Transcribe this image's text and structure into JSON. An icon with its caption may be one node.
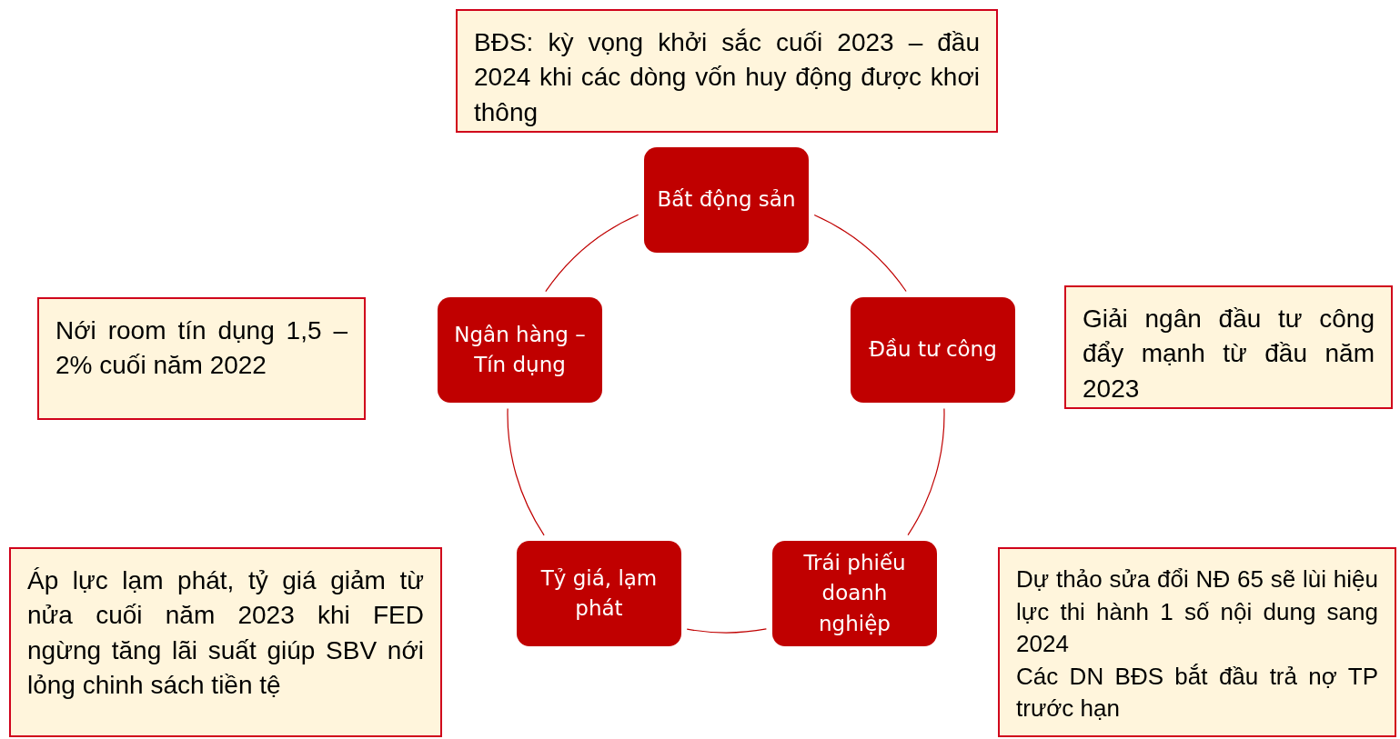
{
  "diagram": {
    "nodes": [
      {
        "text": [
          "BĐS: kỳ vọng khởi sắc cuối 2023 – đầu 2024 khi các dòng vốn huy động được khơi thông"
        ]
      },
      {
        "text": [
          "Bất động sản"
        ]
      },
      {
        "text": [
          "Nới room tín dụng 1,5 – 2% cuối năm 2022"
        ]
      },
      {
        "text": [
          "Ngân hàng – Tín dụng"
        ]
      },
      {
        "text": [
          "Đầu tư công"
        ]
      },
      {
        "text": [
          "Giải ngân đầu tư công đẩy mạnh từ đầu năm 2023"
        ]
      },
      {
        "text": [
          "Áp lực lạm phát, tỷ giá giảm từ nửa cuối năm 2023 khi FED ngừng tăng lãi suất giúp SBV nới lỏng chinh sách tiền tệ"
        ]
      },
      {
        "text": [
          "Tỷ giá, lạm phát"
        ]
      },
      {
        "text": [
          "Trái phiếu doanh nghiệp"
        ]
      },
      {
        "text": [
          "Dự thảo sửa đổi NĐ 65 sẽ lùi hiệu lực thi hành 1 số nội dung sang 2024",
          "Các DN BĐS bắt đầu trả nợ TP trước hạn"
        ]
      }
    ],
    "edges": [
      {
        "from": 1,
        "to": 4,
        "arrow": "none"
      },
      {
        "from": 4,
        "to": 8,
        "arrow": "none"
      },
      {
        "from": 8,
        "to": 7,
        "arrow": "none"
      },
      {
        "from": 7,
        "to": 3,
        "arrow": "none"
      },
      {
        "from": 3,
        "to": 1,
        "arrow": "none"
      }
    ]
  }
}
